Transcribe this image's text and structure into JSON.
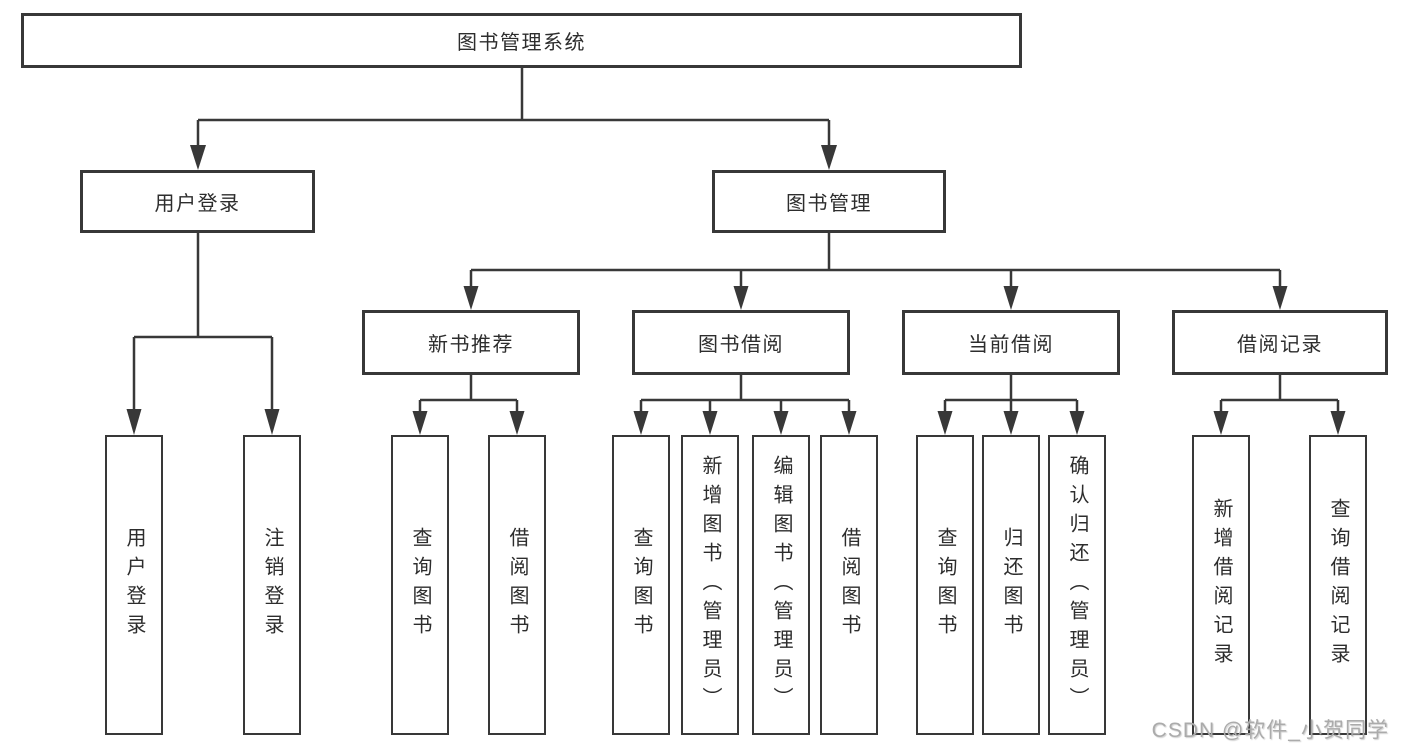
{
  "colors": {
    "line": "#383838",
    "box_border": "#383838",
    "text": "#2d2d2d",
    "watermark": "#ababab",
    "background": "#ffffff"
  },
  "diagram": {
    "root": {
      "label": "图书管理系统"
    },
    "level1": [
      {
        "label": "用户登录"
      },
      {
        "label": "图书管理"
      }
    ],
    "level2": [
      {
        "label": "新书推荐"
      },
      {
        "label": "图书借阅"
      },
      {
        "label": "当前借阅"
      },
      {
        "label": "借阅记录"
      }
    ],
    "leaves": {
      "user_login": "用户登录",
      "logout": "注销登录",
      "nb_query_book": "查询图书",
      "nb_borrow_book": "借阅图书",
      "bb_query_book": "查询图书",
      "bb_add_book_admin": "新增图书（管理员）",
      "bb_edit_book_admin": "编辑图书（管理员）",
      "bb_borrow_book": "借阅图书",
      "cb_query_book": "查询图书",
      "cb_return_book": "归还图书",
      "cb_confirm_return_admin": "确认归还（管理员）",
      "br_add_record": "新增借阅记录",
      "br_query_record": "查询借阅记录"
    }
  },
  "watermark": {
    "text": "CSDN @软件_小贺同学"
  }
}
